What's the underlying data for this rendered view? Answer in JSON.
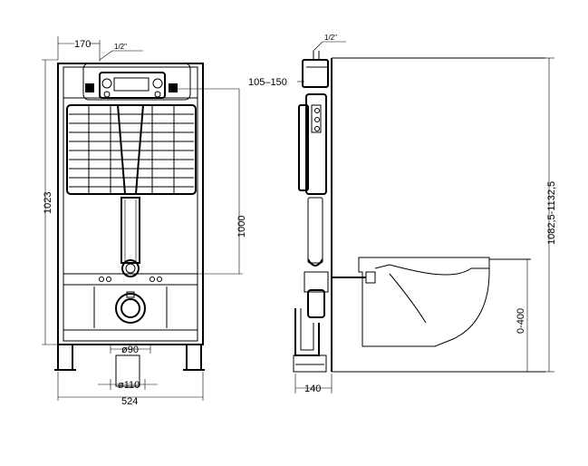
{
  "front_view": {
    "dim_top_offset": "170",
    "dim_thread_top": "1/2\"",
    "dim_total_height": "1023",
    "dim_flush_height": "1000",
    "dim_drain_small": "ø90",
    "dim_drain_large": "ø110",
    "dim_width": "524"
  },
  "side_view": {
    "dim_thread_top": "1/2\"",
    "dim_depth_adjust": "105–150",
    "dim_frame_height": "1082,5-1132,5",
    "dim_floor_clearance": "0-400",
    "dim_base_depth": "140"
  }
}
